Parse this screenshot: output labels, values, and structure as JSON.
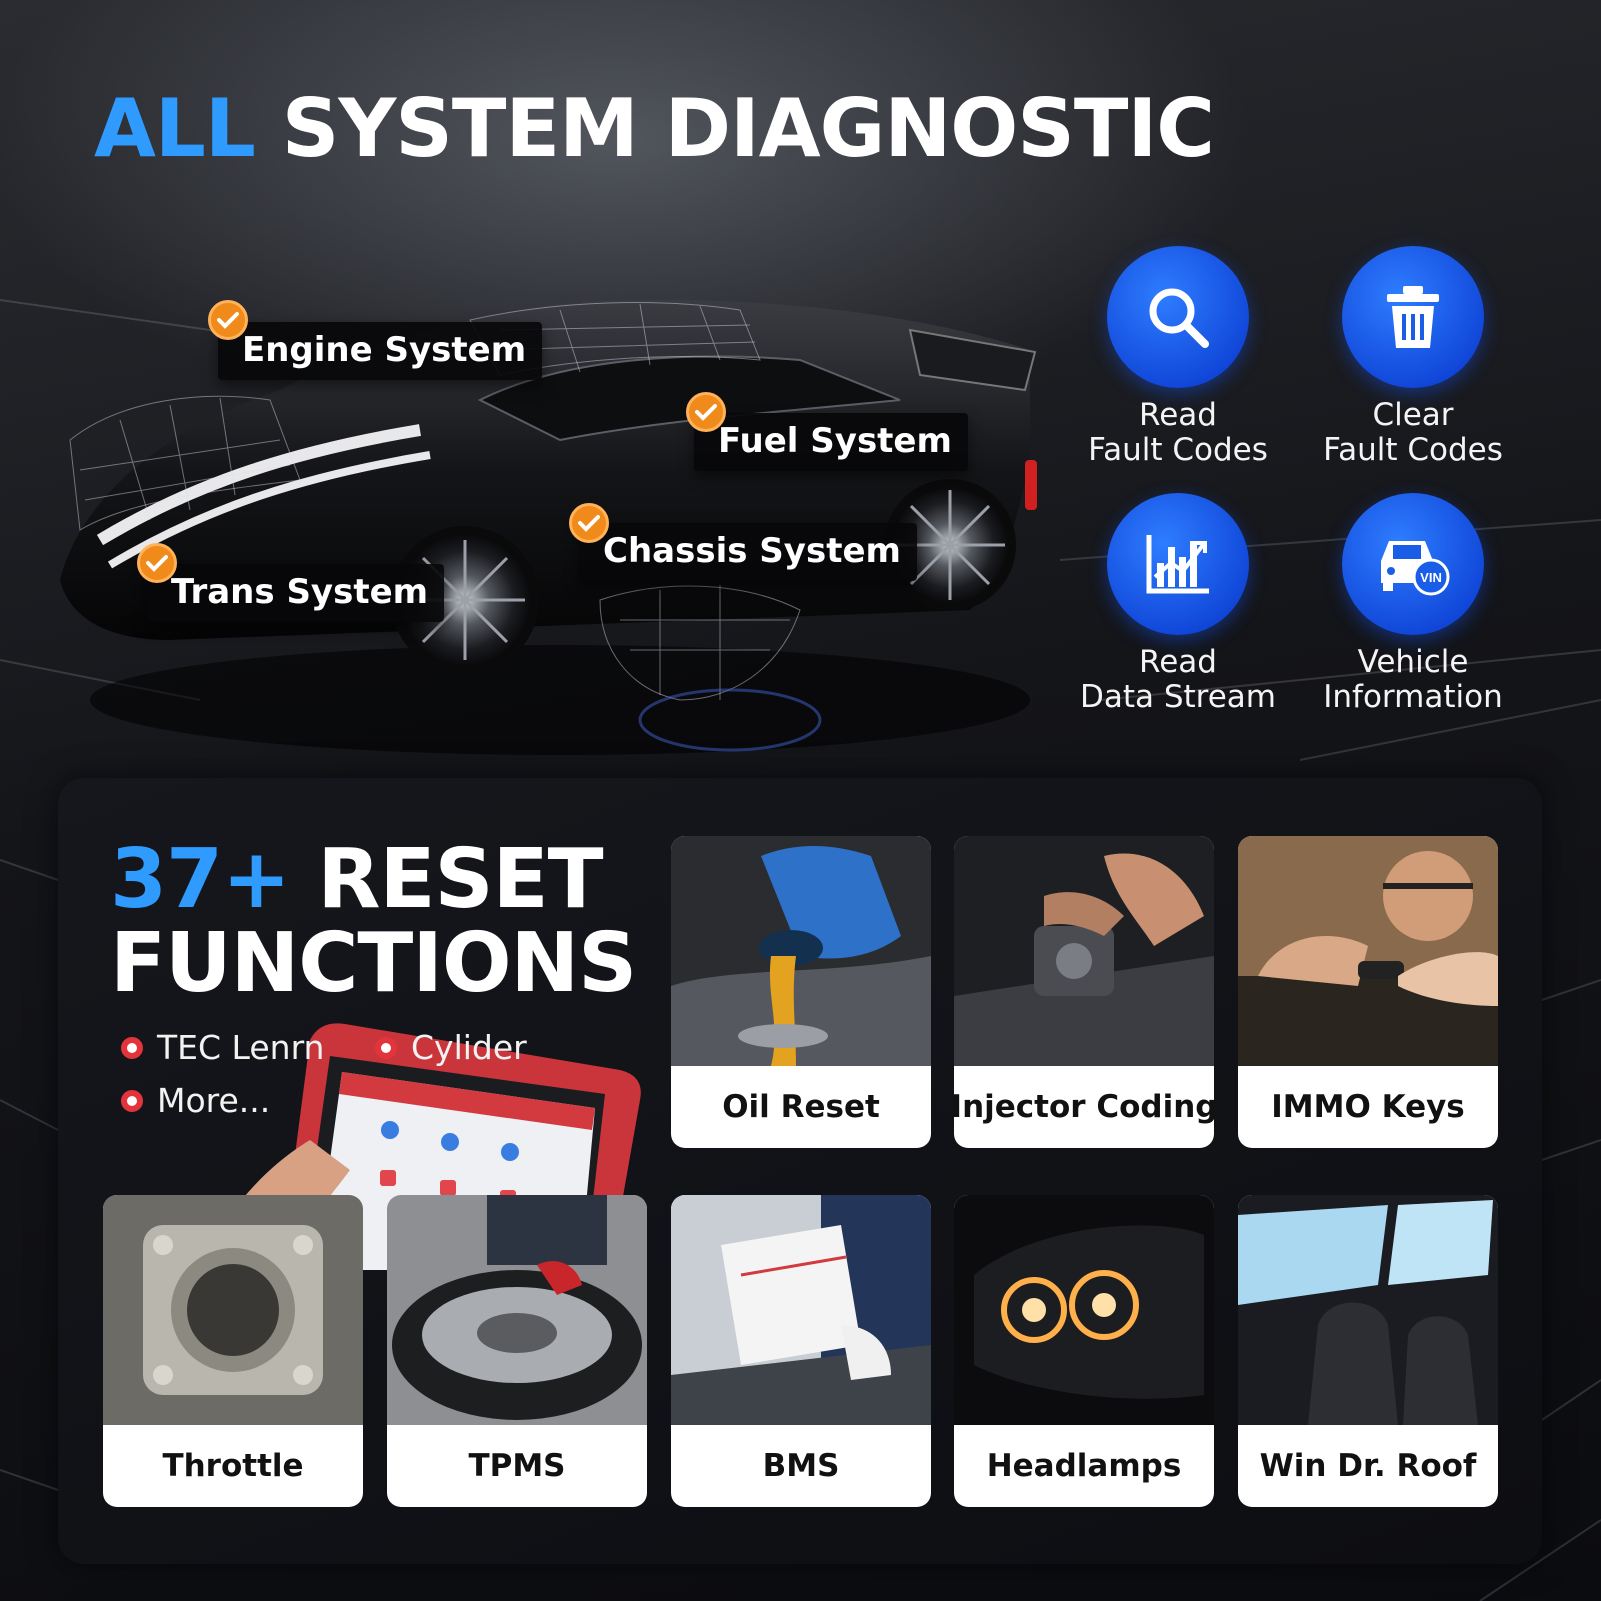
{
  "headline": {
    "accent": "ALL",
    "rest": "SYSTEM DIAGNOSTIC"
  },
  "systems": [
    {
      "label": "Engine System"
    },
    {
      "label": "Fuel System"
    },
    {
      "label": "Chassis System"
    },
    {
      "label": "Trans System"
    }
  ],
  "features": [
    {
      "icon": "search-icon",
      "line1": "Read",
      "line2": "Fault Codes"
    },
    {
      "icon": "trash-icon",
      "line1": "Clear",
      "line2": "Fault Codes"
    },
    {
      "icon": "data-stream-icon",
      "line1": "Read",
      "line2": "Data Stream"
    },
    {
      "icon": "vin-car-icon",
      "line1": "Vehicle",
      "line2": "Information"
    }
  ],
  "reset": {
    "accent": "37+",
    "line1_rest": "RESET",
    "line2": "FUNCTIONS",
    "bullets": [
      "TEC Lenrn",
      "Cylider",
      "More..."
    ]
  },
  "cards": [
    {
      "label": "Oil Reset"
    },
    {
      "label": "Injector Coding"
    },
    {
      "label": "IMMO Keys"
    },
    {
      "label": "Throttle"
    },
    {
      "label": "TPMS"
    },
    {
      "label": "BMS"
    },
    {
      "label": "Headlamps"
    },
    {
      "label": "Win Dr. Roof"
    }
  ],
  "colors": {
    "accent": "#2f9bff",
    "icon_blue": "#1a5ee8",
    "check_orange": "#f08a1a",
    "bullet_red": "#e3343c"
  }
}
